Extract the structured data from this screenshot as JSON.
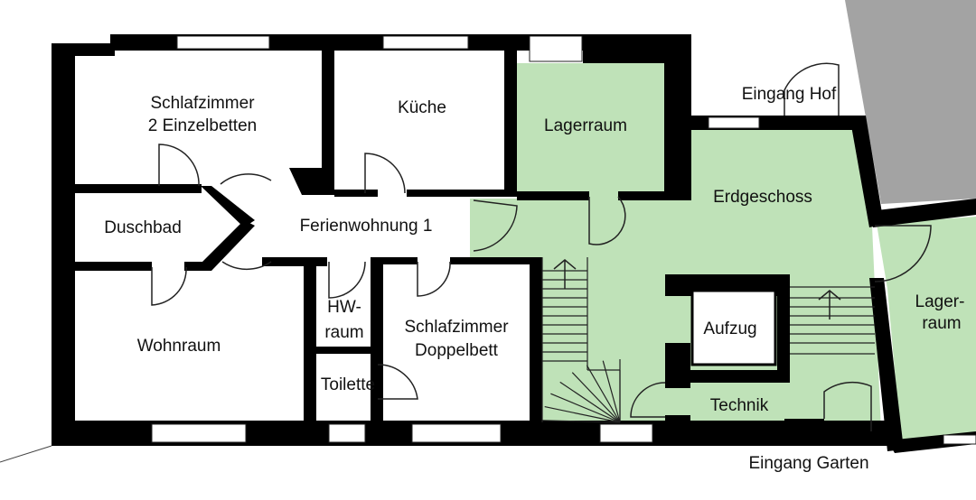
{
  "colors": {
    "wall": "#000000",
    "green": "#bfe2b8",
    "outside": "#a3a3a3",
    "floor": "#ffffff",
    "line": "#222222"
  },
  "labels": {
    "schlafzimmer1_line1": "Schlafzimmer",
    "schlafzimmer1_line2": "2 Einzelbetten",
    "kueche": "Küche",
    "lagerraum_top": "Lagerraum",
    "eingang_hof": "Eingang Hof",
    "erdgeschoss": "Erdgeschoss",
    "duschbad": "Duschbad",
    "ferienwohnung": "Ferienwohnung 1",
    "lager_right_line1": "Lager-",
    "lager_right_line2": "raum",
    "hw_line1": "HW-",
    "hw_line2": "raum",
    "schlafzimmer2_line1": "Schlafzimmer",
    "schlafzimmer2_line2": "Doppelbett",
    "aufzug": "Aufzug",
    "wohnraum": "Wohnraum",
    "toilette": "Toilette",
    "technik": "Technik",
    "eingang_garten": "Eingang Garten"
  }
}
